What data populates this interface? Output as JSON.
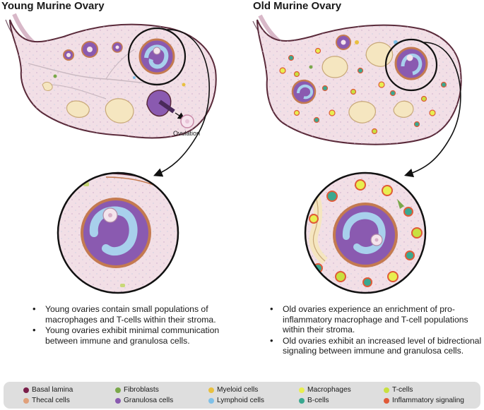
{
  "titles": {
    "left": "Young Murine Ovary",
    "right": "Old Murine Ovary"
  },
  "ovulation_label": "Ovulation",
  "bullets_left": [
    "Young ovaries contain small populations of macrophages and T-cells within their stroma.",
    "Young ovaries exhibit minimal communication between immune and granulosa cells."
  ],
  "bullets_right": [
    "Old ovaries experience an enrichment of pro-inflammatory macrophage and T-cell populations within their stroma.",
    "Old ovaries exhibit an increased level of bidrectional signaling between immune and granulosa cells."
  ],
  "legend": [
    {
      "label": "Basal lamina",
      "color": "#7a1f4a"
    },
    {
      "label": "Thecal cells",
      "color": "#e0a07a"
    },
    {
      "label": "Fibroblasts",
      "color": "#7aa84a"
    },
    {
      "label": "Granulosa cells",
      "color": "#8a5ab0"
    },
    {
      "label": "Myeloid cells",
      "color": "#e8c040"
    },
    {
      "label": "Lymphoid cells",
      "color": "#7fc0e8"
    },
    {
      "label": "Macrophages",
      "color": "#e8ee50"
    },
    {
      "label": "B-cells",
      "color": "#3aa890"
    },
    {
      "label": "T-cells",
      "color": "#c8e040"
    },
    {
      "label": "Inflammatory signaling",
      "color": "#e05a38"
    }
  ],
  "colors": {
    "stroma": "#f2dfe6",
    "outline": "#5a2a3a",
    "granulosa": "#8a5ab0",
    "theca": "#c47a50",
    "antrum": "#a8d0ec",
    "corpus_luteum": "#f5e6c0"
  }
}
